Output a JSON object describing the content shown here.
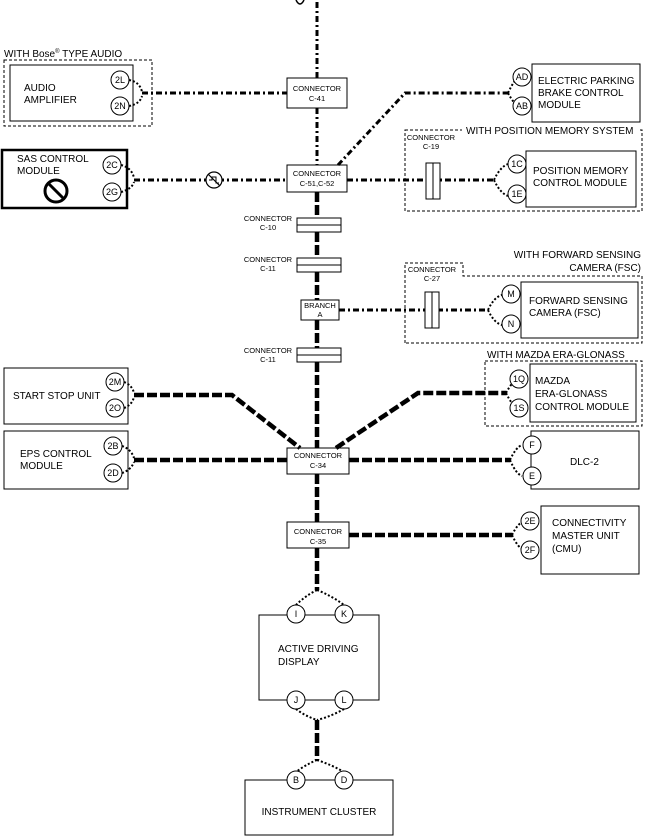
{
  "options": {
    "bose": "WITH Bose",
    "bose_reg": "®",
    "bose_rest": " TYPE AUDIO",
    "position_memory": "WITH POSITION MEMORY SYSTEM",
    "fsc_line1": "WITH FORWARD SENSING",
    "fsc_line2": "CAMERA (FSC)",
    "era": "WITH MAZDA ERA-GLONASS"
  },
  "connectors": {
    "c41_a": "CONNECTOR",
    "c41_b": "C-41",
    "c51_a": "CONNECTOR",
    "c51_b": "C-51,C-52",
    "c10_a": "CONNECTOR",
    "c10_b": "C-10",
    "c11a_a": "CONNECTOR",
    "c11a_b": "C-11",
    "branch_a": "BRANCH",
    "branch_b": "A",
    "c11b_a": "CONNECTOR",
    "c11b_b": "C-11",
    "c34_a": "CONNECTOR",
    "c34_b": "C-34",
    "c35_a": "CONNECTOR",
    "c35_b": "C-35",
    "c19_a": "CONNECTOR",
    "c19_b": "C-19",
    "c27_a": "CONNECTOR",
    "c27_b": "C-27"
  },
  "modules": {
    "audio_l1": "AUDIO",
    "audio_l2": "AMPLIFIER",
    "sas_l1": "SAS CONTROL",
    "sas_l2": "MODULE",
    "start_stop": "START STOP UNIT",
    "eps_l1": "EPS CONTROL",
    "eps_l2": "MODULE",
    "epb_l1": "ELECTRIC PARKING",
    "epb_l2": "BRAKE CONTROL",
    "epb_l3": "MODULE",
    "pos_l1": "POSITION MEMORY",
    "pos_l2": "CONTROL MODULE",
    "fsc_l1": "FORWARD SENSING",
    "fsc_l2": "CAMERA (FSC)",
    "era_l1": "MAZDA",
    "era_l2": "ERA-GLONASS",
    "era_l3": "CONTROL MODULE",
    "dlc": "DLC-2",
    "cmu_l1": "CONNECTIVITY",
    "cmu_l2": "MASTER UNIT",
    "cmu_l3": "(CMU)",
    "add_l1": "ACTIVE DRIVING",
    "add_l2": "DISPLAY",
    "cluster": "INSTRUMENT CLUSTER"
  },
  "pins": {
    "audio_1": "2L",
    "audio_2": "2N",
    "sas_1": "2C",
    "sas_2": "2G",
    "ss_1": "2M",
    "ss_2": "2O",
    "eps_1": "2B",
    "eps_2": "2D",
    "epb_1": "AD",
    "epb_2": "AB",
    "pos_1": "1C",
    "pos_2": "1E",
    "fsc_1": "M",
    "fsc_2": "N",
    "era_1": "1Q",
    "era_2": "1S",
    "dlc_1": "F",
    "dlc_2": "E",
    "cmu_1": "2E",
    "cmu_2": "2F",
    "add_1": "I",
    "add_2": "K",
    "add_3": "J",
    "add_4": "L",
    "ic_1": "B",
    "ic_2": "D"
  },
  "icons": {
    "prohibited": "prohibited-icon",
    "no_comm": "no-communication-icon"
  }
}
